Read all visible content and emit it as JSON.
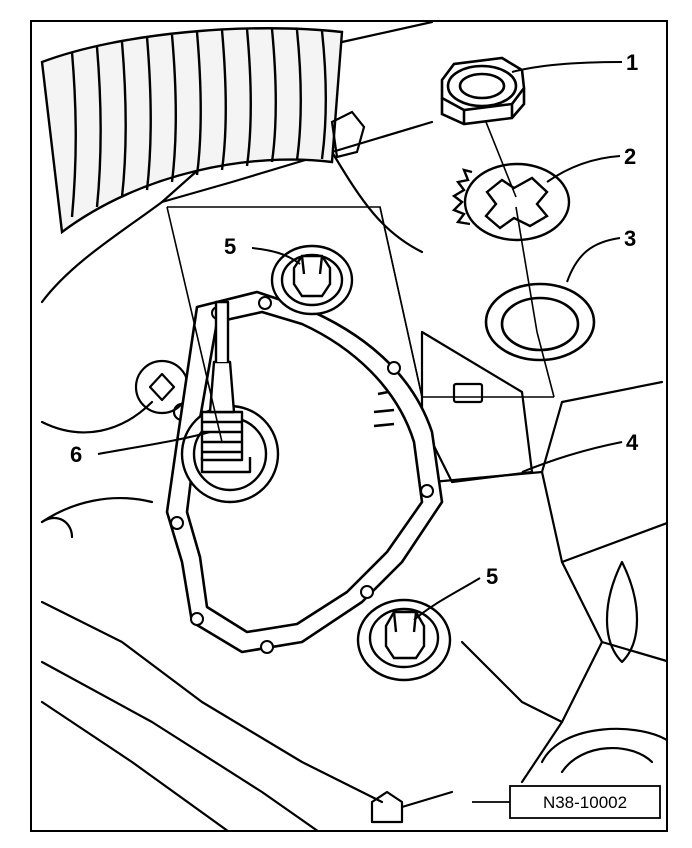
{
  "callouts": [
    {
      "id": "1",
      "label": "1"
    },
    {
      "id": "2",
      "label": "2"
    },
    {
      "id": "3",
      "label": "3"
    },
    {
      "id": "4",
      "label": "4"
    },
    {
      "id": "5a",
      "label": "5"
    },
    {
      "id": "5b",
      "label": "5"
    },
    {
      "id": "6",
      "label": "6"
    }
  ],
  "reference_code": "N38-10002"
}
